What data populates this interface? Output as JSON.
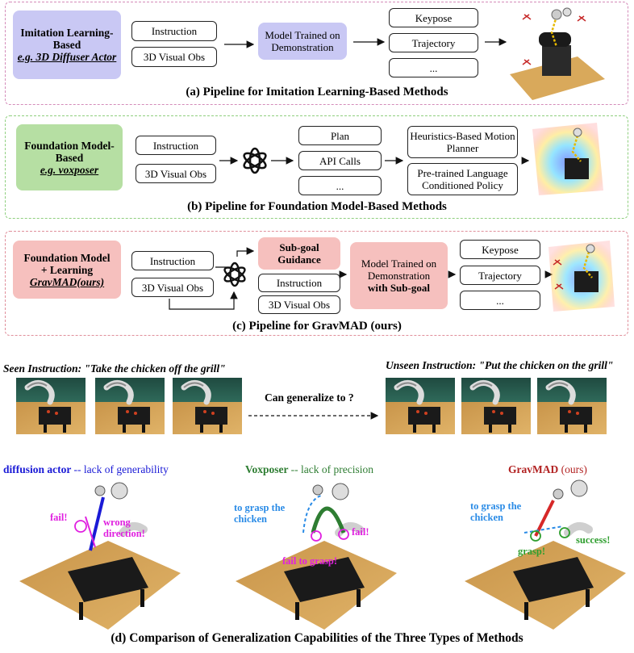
{
  "panel_a": {
    "method_title": "Imitation Learning-Based",
    "method_example": "e.g. 3D Diffuser Actor",
    "input1": "Instruction",
    "input2": "3D Visual Obs",
    "model": "Model Trained on Demonstration",
    "out1": "Keypose",
    "out2": "Trajectory",
    "out3": "...",
    "caption": "(a) Pipeline for Imitation Learning-Based Methods",
    "color": "#c9c8f4",
    "border_color": "#d48bb9"
  },
  "panel_b": {
    "method_title": "Foundation Model-Based",
    "method_example": "e.g. voxposer",
    "input1": "Instruction",
    "input2": "3D Visual Obs",
    "out1": "Plan",
    "out2": "API Calls",
    "out3": "...",
    "planner1": "Heuristics-Based Motion Planner",
    "planner2": "Pre-trained Language Conditioned Policy",
    "caption": "(b) Pipeline for Foundation Model-Based Methods",
    "color": "#b6dfa3",
    "border_color": "#8fcf7e"
  },
  "panel_c": {
    "method_title": "Foundation Model + Learning",
    "method_example": "GravMAD(ours)",
    "input1": "Instruction",
    "input2": "3D Visual Obs",
    "subgoal": "Sub-goal Guidance",
    "mid1": "Instruction",
    "mid2": "3D Visual Obs",
    "model_line1": "Model Trained on Demonstration",
    "model_line2": "with Sub-goal",
    "out1": "Keypose",
    "out2": "Trajectory",
    "out3": "...",
    "caption": "(c) Pipeline for GravMAD (ours)",
    "color": "#f6c0be",
    "border_color": "#e08f9b"
  },
  "panel_d": {
    "seen": "Seen Instruction: \"Take the chicken off the grill\"",
    "unseen": "Unseen Instruction: \"Put the chicken on the grill\"",
    "generalize": "Can generalize to ?",
    "m1_name": "diffusion actor",
    "m1_desc": "-- lack of generability",
    "m1_fail": "fail!",
    "m1_wrong": "wrong direction!",
    "m2_name": "Voxposer",
    "m2_desc": "-- lack of precision",
    "m2_grasp": "to grasp the chicken",
    "m2_fail": "fail!",
    "m2_failgrasp": "fail to grasp!",
    "m3_name": "GravMAD",
    "m3_desc": "(ours)",
    "m3_grasp": "to grasp the chicken",
    "m3_success": "success!",
    "m3_graspok": "grasp!",
    "caption": "(d) Comparison of Generalization Capabilities of the Three Types of Methods",
    "colors": {
      "blue": "#1a1ad6",
      "green": "#2e7d32",
      "red": "#b22222",
      "magenta": "#e020e0",
      "lightblue": "#2a8be6"
    }
  }
}
